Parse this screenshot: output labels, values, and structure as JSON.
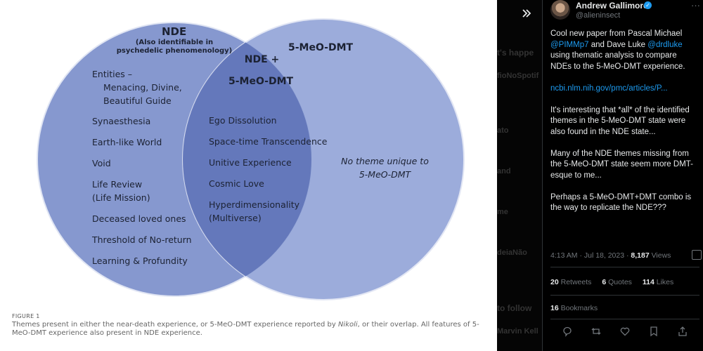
{
  "figure": {
    "nde_title": "NDE",
    "nde_subtitle": "(Also identifiable in psychedelic phenomenology)",
    "overlap_title_line1": "NDE +",
    "overlap_title_line2": "5-MeO-DMT",
    "dmt_title": "5-MeO-DMT",
    "nde_only_themes": [
      "Entities –",
      "Menacing, Divine,",
      "Beautiful Guide",
      "Synaesthesia",
      "Earth-like World",
      "Void",
      "Life Review",
      "(Life Mission)",
      "Deceased loved ones",
      "Threshold of No-return",
      "Learning & Profundity"
    ],
    "shared_themes": [
      "Ego Dissolution",
      "Space-time Transcendence",
      "Unitive Experience",
      "Cosmic Love",
      "Hyperdimensionality",
      "(Multiverse)"
    ],
    "dmt_only_note": "No theme unique to 5-MeO-DMT",
    "caption_label": "FIGURE 1",
    "caption_part1": "Themes present in either the near-death experience, or 5-MeO-DMT experience reported by ",
    "caption_italic": "Nikoli",
    "caption_part2": ", or their overlap. All features of 5-MeO-DMT experience also present in NDE experience.",
    "colors": {
      "circle_fill": "#7d8fc9",
      "overlap_fill": "#5f73b8",
      "background": "#ffffff"
    }
  },
  "background_fragments": [
    "t's happe",
    "fioNoSpotif",
    "ato",
    "and",
    "me",
    "deiaNão",
    "to follow",
    "Marvin Kell"
  ],
  "tweet": {
    "author_name": "Andrew Gallimore",
    "author_handle": "@alieninsect",
    "body_intro": "Cool new paper from Pascal Michael ",
    "mention1": "@PIMMp7",
    "body_mid": " and Dave Luke ",
    "mention2": "@drdluke",
    "body_after": " using thematic analysis to compare NDEs to the 5-MeO-DMT experience.",
    "link": "ncbi.nlm.nih.gov/pmc/articles/P...",
    "para2": "It's interesting that *all* of the identified themes in the 5-MeO-DMT state were also found in the NDE state...",
    "para3": "Many of the NDE themes missing from the 5-MeO-DMT state seem more DMT-esque to me...",
    "para4": "Perhaps a 5-MeO-DMT+DMT combo is the way to replicate the NDE???",
    "time": "4:13 AM · Jul 18, 2023 · ",
    "views_count": "8,187",
    "views_label": " Views",
    "retweets_count": "20",
    "retweets_label": "Retweets",
    "quotes_count": "6",
    "quotes_label": "Quotes",
    "likes_count": "114",
    "likes_label": "Likes",
    "bookmarks_count": "16",
    "bookmarks_label": "Bookmarks",
    "accent_color": "#1d9bf0"
  },
  "icons": [
    "expand-icon",
    "verified-icon",
    "more-icon",
    "analytics-icon",
    "reply-icon",
    "retweet-icon",
    "like-icon",
    "bookmark-icon",
    "share-icon"
  ]
}
